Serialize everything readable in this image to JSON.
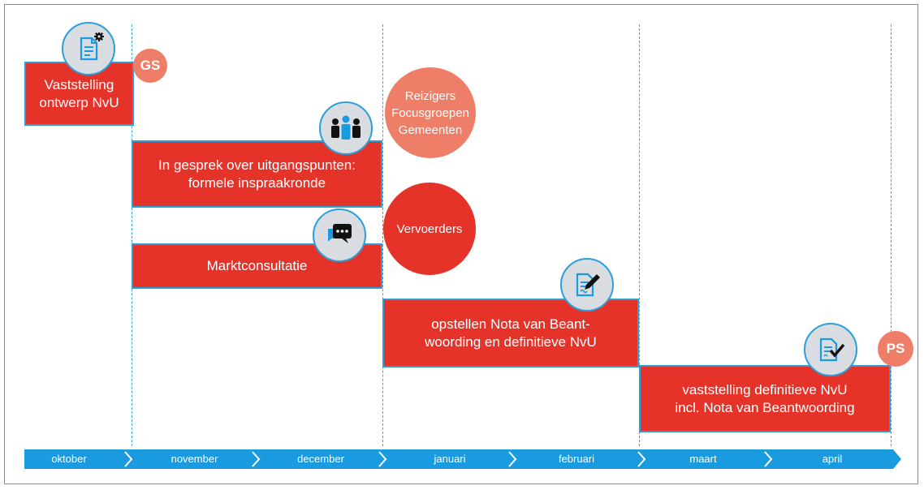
{
  "colors": {
    "task_fill": "#e5332a",
    "task_border": "#2a9fd8",
    "light_badge": "#ef7e68",
    "dark_badge": "#e5332a",
    "timeline": "#1a9be0",
    "icon_bg": "#d9dde2"
  },
  "badges": {
    "gs": "GS",
    "ps": "PS"
  },
  "groups": {
    "stakeholders": [
      "Reizigers",
      "Focusgroepen",
      "Gemeenten"
    ],
    "carriers": "Vervoerders"
  },
  "tasks": [
    {
      "lines": [
        "Vaststelling",
        "ontwerp NvU"
      ],
      "icon": "document-gear-icon"
    },
    {
      "lines": [
        "In gesprek over uitgangspunten:",
        "formele inspraakronde"
      ],
      "icon": "people-group-icon"
    },
    {
      "lines": [
        "Marktconsultatie"
      ],
      "icon": "chat-bubble-icon"
    },
    {
      "lines": [
        "opstellen Nota van Beant-",
        "woording en definitieve NvU"
      ],
      "icon": "document-pen-icon"
    },
    {
      "lines": [
        "vaststelling definitieve NvU",
        "incl. Nota van Beantwoording"
      ],
      "icon": "document-check-icon"
    }
  ],
  "timeline": {
    "months": [
      "oktober",
      "november",
      "december",
      "januari",
      "februari",
      "maart",
      "april"
    ]
  }
}
